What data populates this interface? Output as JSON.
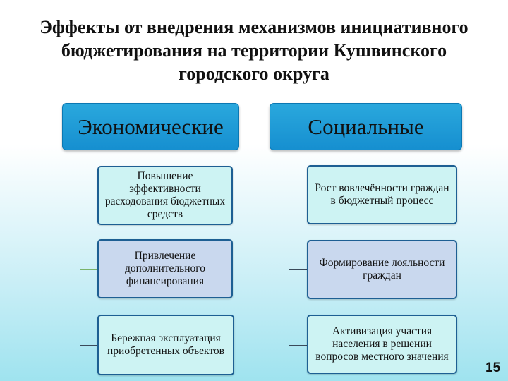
{
  "title": {
    "line1": "Эффекты от внедрения механизмов инициативного",
    "line2": "бюджетирования на территории Кушвинского",
    "line3": "городского округа"
  },
  "columns": [
    {
      "heading": "Экономические",
      "items": [
        "Повышение эффективности расходования бюджетных средств",
        "Привлечение дополнительного финансирования",
        "Бережная эксплуатация приобретенных объектов"
      ]
    },
    {
      "heading": "Социальные",
      "items": [
        "Рост вовлечённости граждан в бюджетный процесс",
        "Формирование лояльности граждан",
        "Активизация участия населения в решении вопросов местного значения"
      ]
    }
  ],
  "page_number": "15",
  "colors": {
    "heading_fill": "#1e9bd7",
    "item_fill_light": "#cdf3f3",
    "item_fill_blue": "#c9d8ee",
    "item_border": "#1d5f93"
  }
}
